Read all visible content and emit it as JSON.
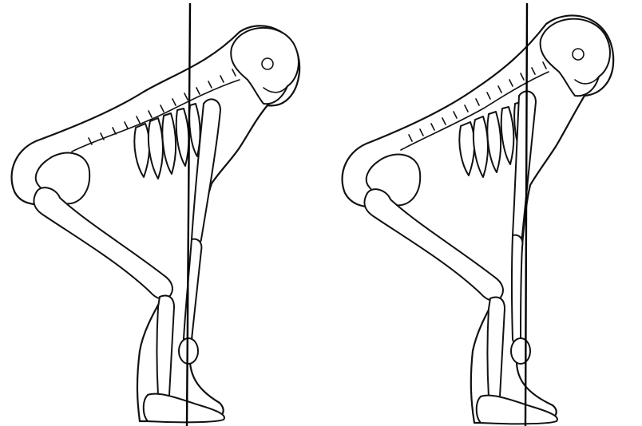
{
  "figure": {
    "panels": [
      {
        "id": "left",
        "subject": "skeleton-bent-over-deadlift",
        "bar_over": "mid-foot"
      },
      {
        "id": "right",
        "subject": "skeleton-bent-over-deadlift",
        "bar_over": "mid-foot"
      }
    ],
    "colors": {
      "line": "#111111",
      "background": "#ffffff"
    }
  }
}
